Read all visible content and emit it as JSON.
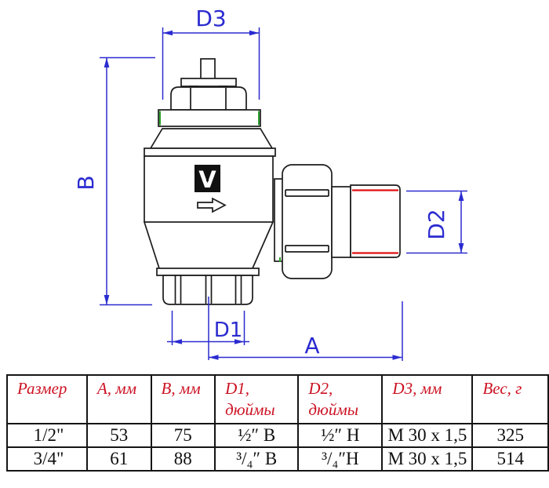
{
  "diagram": {
    "labels": {
      "d3": "D3",
      "b": "B",
      "d2": "D2",
      "d1": "D1",
      "a": "A"
    },
    "logo_letter": "V",
    "colors": {
      "dimension_blue": "#2b2bd0",
      "thread_red": "#e01010",
      "accent_green": "#2ca02c",
      "table_header_red": "#cc1122"
    }
  },
  "table": {
    "headers": [
      "Размер",
      "А, мм",
      "В, мм",
      "D1,\nдюймы",
      "D2,\nдюймы",
      "D3, мм",
      "Вес, г"
    ],
    "rows": [
      [
        "1/2\"",
        "53",
        "75",
        "½″ В",
        "½″ Н",
        "М 30 х 1,5",
        "325"
      ],
      [
        "3/4\"",
        "61",
        "88",
        "³/₄″ В",
        "³/₄″Н",
        "М 30 х 1,5",
        "514"
      ]
    ]
  }
}
